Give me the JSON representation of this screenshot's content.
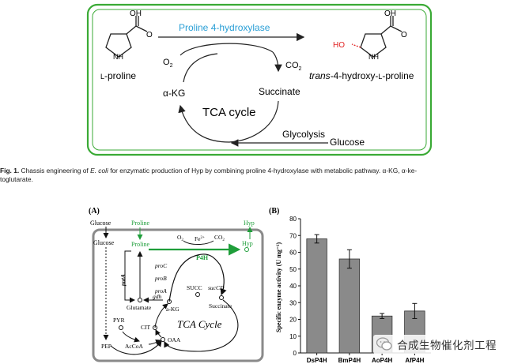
{
  "fig1": {
    "enzyme": "Proline 4-hydroxylase",
    "substrate": "L-proline",
    "substrate_prefix": "L",
    "substrate_suffix": "-proline",
    "product_italic": "trans",
    "product_rest_1": "-4-hydroxy-",
    "product_L": "L",
    "product_rest_2": "-proline",
    "oh_label": "OH",
    "nh_label": "NH",
    "ho_label": "HO",
    "o2": "O2",
    "co2": "CO2",
    "akg": "α-KG",
    "succinate": "Succinate",
    "tca": "TCA cycle",
    "glycolysis": "Glycolysis",
    "glucose": "Glucose"
  },
  "caption": {
    "label": "Fig. 1.",
    "text_1": "Chassis engineering of ",
    "organism": "E. coli",
    "text_2": " for enzymatic production of Hyp by combining proline 4-hydroxylase with metabolic pathway. α-KG, α-ke-",
    "text_3": "toglutarate."
  },
  "panel_a": {
    "label": "(A)",
    "glucose_out": "Glucose",
    "proline_out": "Proline",
    "hyp_out": "Hyp",
    "glucose_in": "Glucose",
    "proline_in": "Proline",
    "hyp_in": "Hyp",
    "o2": "O2",
    "fe": "Fe2+",
    "co2": "CO2",
    "p4h": "P4H",
    "proC": "proC",
    "proB": "proB",
    "proA": "proA",
    "putA": "putA",
    "gdh": "gdh",
    "glutamate": "Glutamate",
    "akg": "a-KG",
    "succ": "SUCC",
    "sucCD": "sucCD",
    "succinate": "Succinate",
    "pyr": "PYR",
    "cit": "CIT",
    "tca": "TCA Cycle",
    "pep": "PEP",
    "acoa": "AcCoA",
    "oaa": "OAA"
  },
  "panel_b": {
    "label": "(B)",
    "ylabel": "Specific enzyme activity (U mg⁻¹)"
  },
  "chart_data": {
    "type": "bar",
    "categories": [
      "DsP4H",
      "BmP4H",
      "AoP4H",
      "AfP4H"
    ],
    "values": [
      68,
      56,
      22,
      25
    ],
    "errors": [
      2.5,
      5.5,
      1.5,
      4.5
    ],
    "ylabel": "Specific enzyme activity (U mg⁻¹)",
    "ylim": [
      0,
      80
    ],
    "yticks": [
      0,
      10,
      20,
      30,
      40,
      50,
      60,
      70,
      80
    ],
    "bar_color": "#8a8a8a"
  },
  "watermark": {
    "text": "合成生物催化剂工程"
  },
  "colors": {
    "border_green": "#3aaa35",
    "enzyme_blue": "#2a9fd6",
    "ho_red": "#e02020",
    "pathway_green": "#1f9e3a"
  }
}
